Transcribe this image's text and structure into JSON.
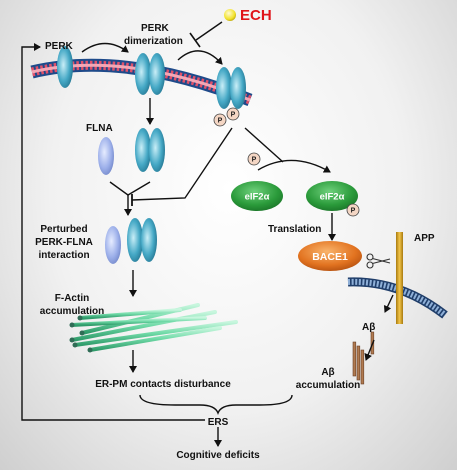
{
  "labels": {
    "perk": "PERK",
    "perk_dimerization_1": "PERK",
    "perk_dimerization_2": "dimerization",
    "ech": "ECH",
    "flna": "FLNA",
    "perturbed_1": "Perturbed",
    "perturbed_2": "PERK-FLNA",
    "perturbed_3": "interaction",
    "factin_1": "F-Actin",
    "factin_2": "accumulation",
    "erpm": "ER-PM contacts disturbance",
    "ers": "ERS",
    "cognitive": "Cognitive deficits",
    "eif2a_left": "eIF2α",
    "eif2a_right": "eIF2α",
    "translation": "Translation",
    "bace1": "BACE1",
    "app": "APP",
    "abeta": "Aβ",
    "abeta_accum_1": "Aβ",
    "abeta_accum_2": "accumulation",
    "phospho": "P"
  },
  "colors": {
    "ech": "#e0141a",
    "ech_ball": "#f2e22a",
    "perk_protein": "#3aa6c4",
    "flna_protein": "#9db0ea",
    "eif2a": "#2a9a3a",
    "bace1": "#e27320",
    "app": "#cf9c1a",
    "actin": "#6ed9a6",
    "phospho": "#f4d6c4",
    "abeta": "#b07a50"
  }
}
